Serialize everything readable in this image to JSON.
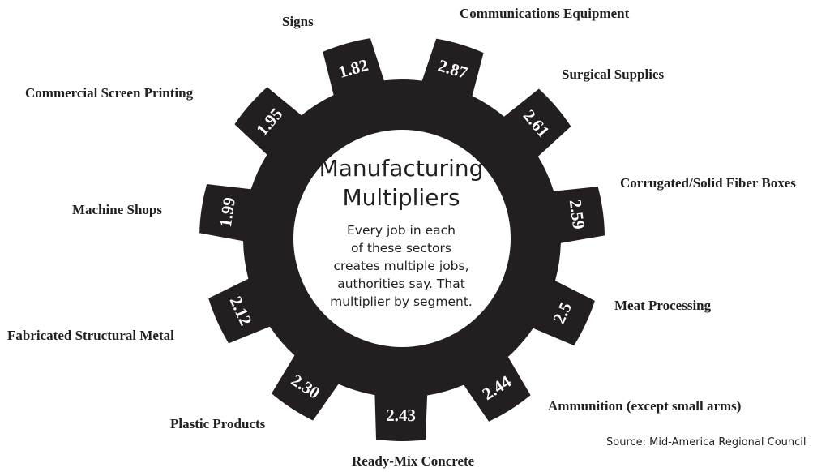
{
  "center": {
    "title_line1": "Manufacturing",
    "title_line2": "Multipliers",
    "subtitle_line1": "Every job in each",
    "subtitle_line2": "of these sectors",
    "subtitle_line3": "creates multiple jobs,",
    "subtitle_line4": "authorities say. That",
    "subtitle_line5": "multiplier by segment."
  },
  "source": "Source: Mid-America Regional Council",
  "colors": {
    "gear": "#231f20",
    "background": "#ffffff",
    "gear_text": "#ffffff"
  },
  "segments": [
    {
      "name": "Signs",
      "multiplier": "1.82"
    },
    {
      "name": "Communications Equipment",
      "multiplier": "2.87"
    },
    {
      "name": "Surgical Supplies",
      "multiplier": "2.61"
    },
    {
      "name": "Corrugated/Solid Fiber Boxes",
      "multiplier": "2.59"
    },
    {
      "name": "Meat Processing",
      "multiplier": "2.5"
    },
    {
      "name": "Ammunition (except small arms)",
      "multiplier": "2.44"
    },
    {
      "name": "Ready-Mix Concrete",
      "multiplier": "2.43"
    },
    {
      "name": "Plastic Products",
      "multiplier": "2.30"
    },
    {
      "name": "Fabricated Structural Metal",
      "multiplier": "2.12"
    },
    {
      "name": "Machine Shops",
      "multiplier": "1.99"
    },
    {
      "name": "Commercial Screen Printing",
      "multiplier": "1.95"
    }
  ]
}
